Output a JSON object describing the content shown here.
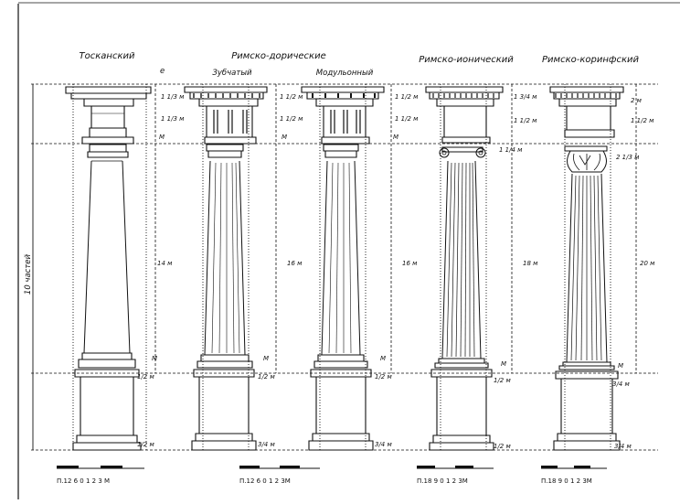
{
  "orders": [
    {
      "title": "Тосканский",
      "subtitle": "",
      "dims": {
        "entablature_top": "1 1/3 м",
        "entablature_bottom": "1 1/3 м",
        "capital": "М",
        "shaft": "14 м",
        "base": "М",
        "pedestal_cap": "1/2 м",
        "pedestal_base": "1/2 м"
      }
    },
    {
      "title": "Римско-дорические",
      "subtitle": "Зубчатый",
      "dims": {
        "entablature_top": "1 1/2 м",
        "entablature_bottom": "1 1/2 м",
        "capital": "М",
        "shaft": "16 м",
        "base": "М",
        "pedestal_cap": "1/2 м",
        "pedestal_base": "3/4 м"
      }
    },
    {
      "title": "",
      "subtitle": "Модульонный",
      "dims": {
        "entablature_top": "1 1/2 м",
        "entablature_bottom": "1 1/2 м",
        "capital": "М",
        "shaft": "16 м",
        "base": "М",
        "pedestal_cap": "1/2 м",
        "pedestal_base": "3/4 м"
      }
    },
    {
      "title": "Римско-ионический",
      "subtitle": "",
      "dims": {
        "entablature_top": "1 3/4 м",
        "entablature_bottom": "1 1/2 м",
        "capital": "1 1/4 м",
        "shaft": "18 м",
        "base": "М",
        "pedestal_cap": "1/2 м",
        "pedestal_base": "1/2 м"
      }
    },
    {
      "title": "Римско-коринфский",
      "subtitle": "",
      "dims": {
        "entablature_top": "2 м",
        "entablature_bottom": "1 1/2 м",
        "capital": "2 1/3 м",
        "shaft": "20 м",
        "base": "М",
        "pedestal_cap": "3/4 м",
        "pedestal_base": "3/4 м"
      }
    }
  ],
  "side_label": "10 частей",
  "top_mark": "е",
  "scales": [
    {
      "text": "П.12 6 0   1   2   3 М"
    },
    {
      "text": "П.12 6 0   1   2   3М"
    },
    {
      "text": "П.18 9 0   1   2   3М"
    },
    {
      "text": "П.18 9 0   1   2   3М"
    }
  ]
}
